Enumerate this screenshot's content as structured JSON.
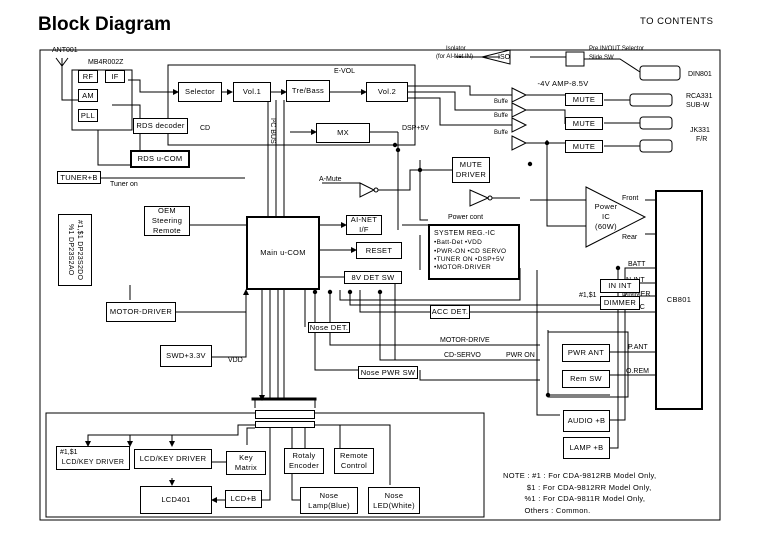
{
  "header": {
    "title": "Block Diagram",
    "contents_link": "TO CONTENTS"
  },
  "antenna": {
    "label": "ANT001",
    "part": "MB4R002Z"
  },
  "tuner": {
    "rf": "RF",
    "if": "IF",
    "am": "AM",
    "pll": "PLL",
    "rds_decoder": "RDS decoder",
    "rds_ucom": "RDS u-COM",
    "power_label": "TUNER+B",
    "tuner_on": "Tuner on"
  },
  "evol": {
    "label": "E-VOL",
    "selector": "Selector",
    "vol1": "Vol.1",
    "tre_bass": "Tre/Bass",
    "vol2": "Vol.2",
    "mx": "MX",
    "dsp": "DSP+5V"
  },
  "labels": {
    "cd": "CD",
    "i2c_bus": "I²C BUS",
    "a_mute": "A-Mute",
    "power_cont": "Power cont",
    "vdd": "VDD",
    "motor_drive": "MOTOR-DRIVE",
    "cd_servo": "CD-SERVO",
    "pwr_on": "PWR ON",
    "buffer": "Buffe"
  },
  "isolator": {
    "caption_line1": "Isolator",
    "caption_line2": "(for AI-Net IN)",
    "iso": "ISO"
  },
  "preout": {
    "caption_line1": "Pre IN/OUT Selector",
    "caption_line2": "Slide SW",
    "din": "DIN801"
  },
  "amp": {
    "label": "-4V  AMP-8.5V",
    "mute": "MUTE",
    "rca_line1": "RCA331",
    "rca_line2": "SUB-W",
    "jk_line1": "JK331",
    "jk_line2": "F/R"
  },
  "mute_driver": {
    "line1": "MUTE",
    "line2": "DRIVER"
  },
  "power_ic": {
    "line1": "Power",
    "line2": "IC",
    "line3": "(60W)",
    "front": "Front",
    "rear": "Rear"
  },
  "cb801": {
    "label": "CB801",
    "batt": "BATT",
    "in_int": "IN-INT",
    "dimmer": "DIMMER",
    "acc": "ACC",
    "p_ant": "P.ANT",
    "o_rem": "O.REM"
  },
  "main": {
    "ucom": "Main u-COM",
    "oem_line1": "OEM",
    "oem_line2": "Steering",
    "oem_line3": "Remote",
    "ainet_line1": "AI-NET",
    "ainet_line2": "I/F",
    "reset": "RESET",
    "det_sw": "8V DET SW",
    "dp_line1": "#1,$1  DP23S2DO",
    "dp_line2": "%1  DP23S2AO",
    "motor_driver": "MOTOR-DRIVER",
    "swd": "SWD+3.3V",
    "nose_det": "Nose DET.",
    "nose_pwr_sw": "Nose PWR SW",
    "acc_det": "ACC DET.",
    "in_int": "IN INT",
    "dimmer": "DIMMER",
    "dimmer_note": "#1,$1",
    "pwr_ant": "PWR ANT",
    "rem_sw": "Rem SW",
    "audio_b": "AUDIO +B",
    "lamp_b": "LAMP +B"
  },
  "sysreg": {
    "title": "SYSTEM REG.-IC",
    "lines": [
      "•Batt-Det •VDD",
      "•PWR-ON •CD SERVO",
      "•TUNER ON •DSP+5V",
      "•MOTOR-DRIVER"
    ]
  },
  "front_panel": {
    "lcd_driver_note": "#1,$1",
    "lcd_driver_left": "LCD/KEY DRIVER",
    "lcd_driver": "LCD/KEY DRIVER",
    "key_line1": "Key",
    "key_line2": "Matrix",
    "rotaly_line1": "Rotaly",
    "rotaly_line2": "Encoder",
    "remote_line1": "Remote",
    "remote_line2": "Control",
    "lcd401": "LCD401",
    "lcd_b": "LCD+B",
    "nose_lamp_line1": "Nose",
    "nose_lamp_line2": "Lamp(Blue)",
    "nose_led_line1": "Nose",
    "nose_led_line2": "LED(White)"
  },
  "notes": {
    "line1": "NOTE : #1 : For CDA-9812RB Model Only,",
    "line2": "          $1 : For CDA-9812RR Model Only,",
    "line3": "         %1 : For CDA-9811R Model Only,",
    "line4": "         Others : Common."
  }
}
